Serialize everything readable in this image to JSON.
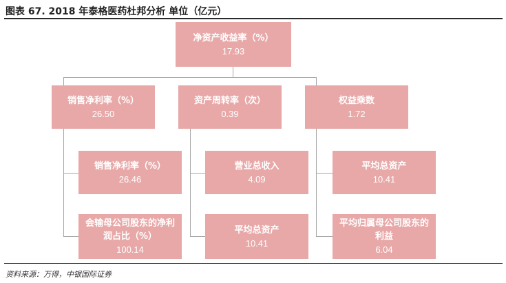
{
  "title": "图表 67. 2018 年泰格医药杜邦分析 单位（亿元）",
  "source": "资料来源：万得，中银国际证券",
  "colors": {
    "node_fill": "#e8a8a8",
    "node_text": "#ffffff",
    "connector": "#a6a6a6"
  },
  "root": {
    "label": "净资产收益率（%）",
    "value": "17.93"
  },
  "level1": [
    {
      "label": "销售净利率（%）",
      "value": "26.50"
    },
    {
      "label": "资产周转率（次）",
      "value": "0.39"
    },
    {
      "label": "权益乘数",
      "value": "1.72"
    }
  ],
  "level2": [
    {
      "label": "销售净利率（%）",
      "value": "26.46"
    },
    {
      "label": "会输母公司股东的净利润占比（%）",
      "value": "100.14"
    },
    {
      "label": "营业总收入",
      "value": "4.09"
    },
    {
      "label": "平均总资产",
      "value": "10.41"
    },
    {
      "label": "平均总资产",
      "value": "10.41"
    },
    {
      "label": "平均归属母公司股东的利益",
      "value": "6.04"
    }
  ]
}
